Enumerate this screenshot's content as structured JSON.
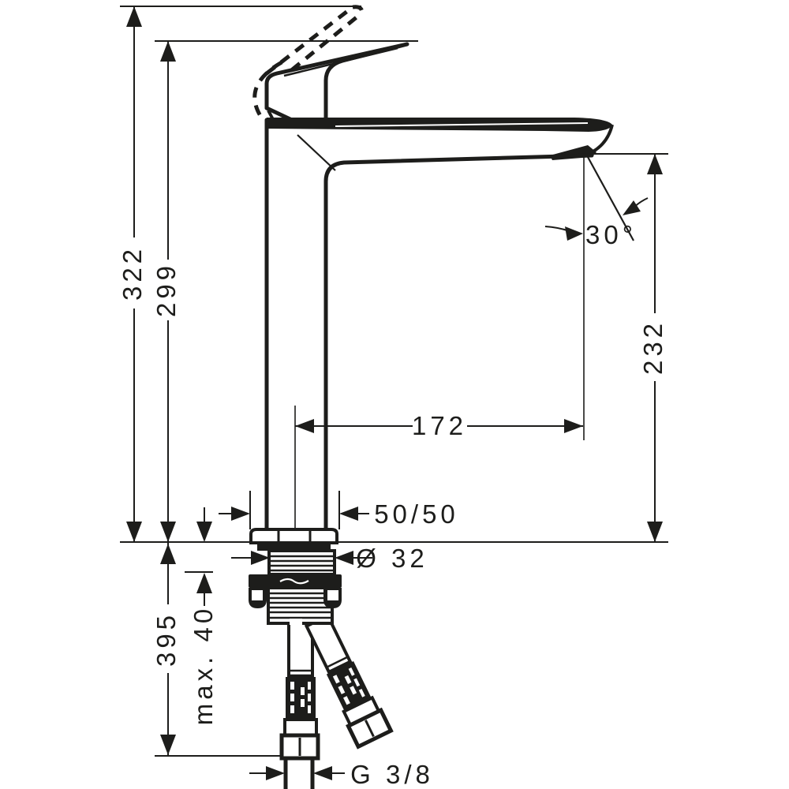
{
  "drawing": {
    "background_color": "#ffffff",
    "line_color": "#1d1d1b",
    "labels": {
      "overall_height": "322",
      "height_to_spout_top": "299",
      "spout_outlet_height": "232",
      "spout_reach": "172",
      "outlet_angle": "30°",
      "base_offset": "50/50",
      "tap_hole_diameter": "Ø 32",
      "max_mounting_thickness": "max. 40",
      "hose_length_below_deck": "395",
      "supply_connection": "G 3/8"
    }
  }
}
